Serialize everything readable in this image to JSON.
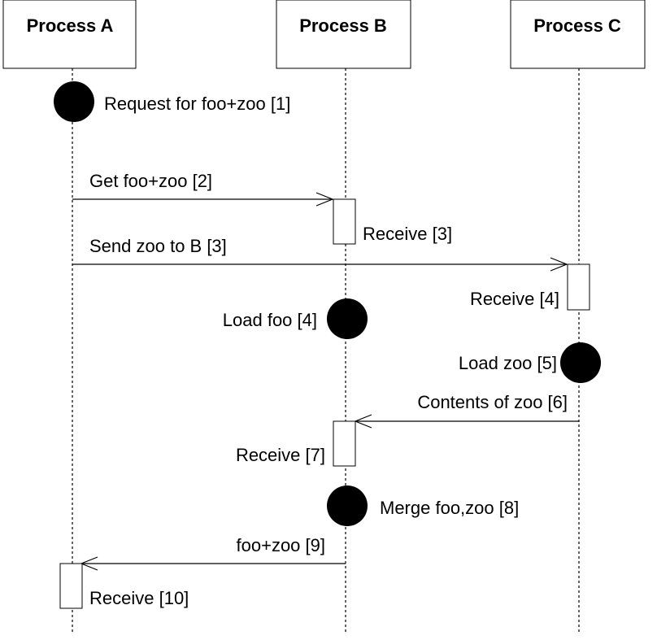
{
  "actors": {
    "a": "Process A",
    "b": "Process B",
    "c": "Process C"
  },
  "events": {
    "e1": "Request for foo+zoo [1]",
    "e4": "Load foo [4]",
    "e5": "Load zoo [5]",
    "e8": "Merge foo,zoo [8]"
  },
  "messages": {
    "m2": "Get foo+zoo [2]",
    "m3": "Send zoo to B [3]",
    "m6": "Contents of zoo [6]",
    "m9": "foo+zoo [9]"
  },
  "receives": {
    "r3": "Receive [3]",
    "r4": "Receive [4]",
    "r7": "Receive [7]",
    "r10": "Receive [10]"
  }
}
